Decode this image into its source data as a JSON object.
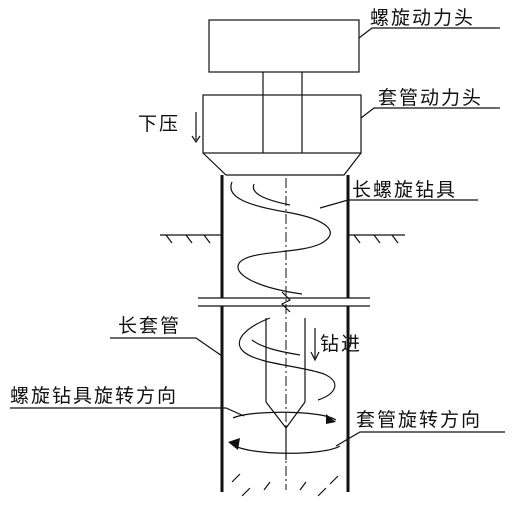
{
  "labels": {
    "auger_power_head": "螺旋动力头",
    "casing_power_head": "套管动力头",
    "press_down": "下压",
    "long_auger_tool": "长螺旋钻具",
    "long_casing": "长套管",
    "drill_advance": "钻进",
    "auger_rotation_direction": "螺旋钻具旋转方向",
    "casing_rotation_direction": "套管旋转方向"
  }
}
